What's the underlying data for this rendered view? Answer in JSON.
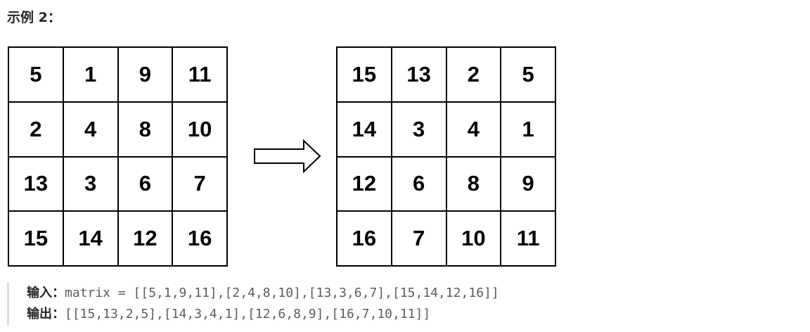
{
  "heading": "示例 2：",
  "input_matrix": [
    [
      "5",
      "1",
      "9",
      "11"
    ],
    [
      "2",
      "4",
      "8",
      "10"
    ],
    [
      "13",
      "3",
      "6",
      "7"
    ],
    [
      "15",
      "14",
      "12",
      "16"
    ]
  ],
  "output_matrix": [
    [
      "15",
      "13",
      "2",
      "5"
    ],
    [
      "14",
      "3",
      "4",
      "1"
    ],
    [
      "12",
      "6",
      "8",
      "9"
    ],
    [
      "16",
      "7",
      "10",
      "11"
    ]
  ],
  "arrow_icon": "right-arrow-icon",
  "example": {
    "input_label": "输入：",
    "input_value": "matrix = [[5,1,9,11],[2,4,8,10],[13,3,6,7],[15,14,12,16]]",
    "output_label": "输出：",
    "output_value": "[[15,13,2,5],[14,3,4,1],[12,6,8,9],[16,7,10,11]]"
  }
}
